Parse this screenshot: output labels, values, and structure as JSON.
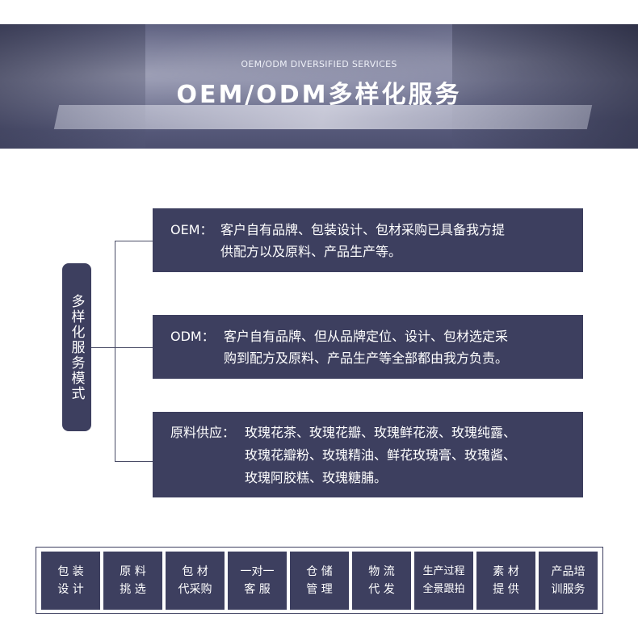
{
  "banner": {
    "subtitle": "OEM/ODM DIVERSIFIED SERVICES",
    "title": "OEM/ODM多样化服务"
  },
  "tree": {
    "root_label": "多样化服务模式",
    "items": [
      {
        "label": "OEM：",
        "lines": [
          "客户自有品牌、包装设计、包材采购已具备我方提",
          "供配方以及原料、产品生产等。"
        ]
      },
      {
        "label": "ODM：",
        "lines": [
          "客户自有品牌、但从品牌定位、设计、包材选定采",
          "购到配方及原料、产品生产等全部都由我方负责。"
        ]
      },
      {
        "label": "原料供应：",
        "lines": [
          "玫瑰花茶、玫瑰花瓣、玫瑰鲜花液、玫瑰纯露、",
          "玫瑰花瓣粉、玫瑰精油、鲜花玫瑰膏、玫瑰酱、",
          "玫瑰阿胶糕、玫瑰糖脯。"
        ]
      }
    ]
  },
  "services": [
    {
      "line1": "包 装",
      "line2": "设 计"
    },
    {
      "line1": "原 料",
      "line2": "挑 选"
    },
    {
      "line1": "包 材",
      "line2": "代采购"
    },
    {
      "line1": "一对一",
      "line2": "客 服"
    },
    {
      "line1": "仓 储",
      "line2": "管 理"
    },
    {
      "line1": "物 流",
      "line2": "代 发"
    },
    {
      "line1": "生产过程",
      "line2": "全景跟拍"
    },
    {
      "line1": "素 材",
      "line2": "提 供"
    },
    {
      "line1": "产品培",
      "line2": "训服务"
    }
  ]
}
